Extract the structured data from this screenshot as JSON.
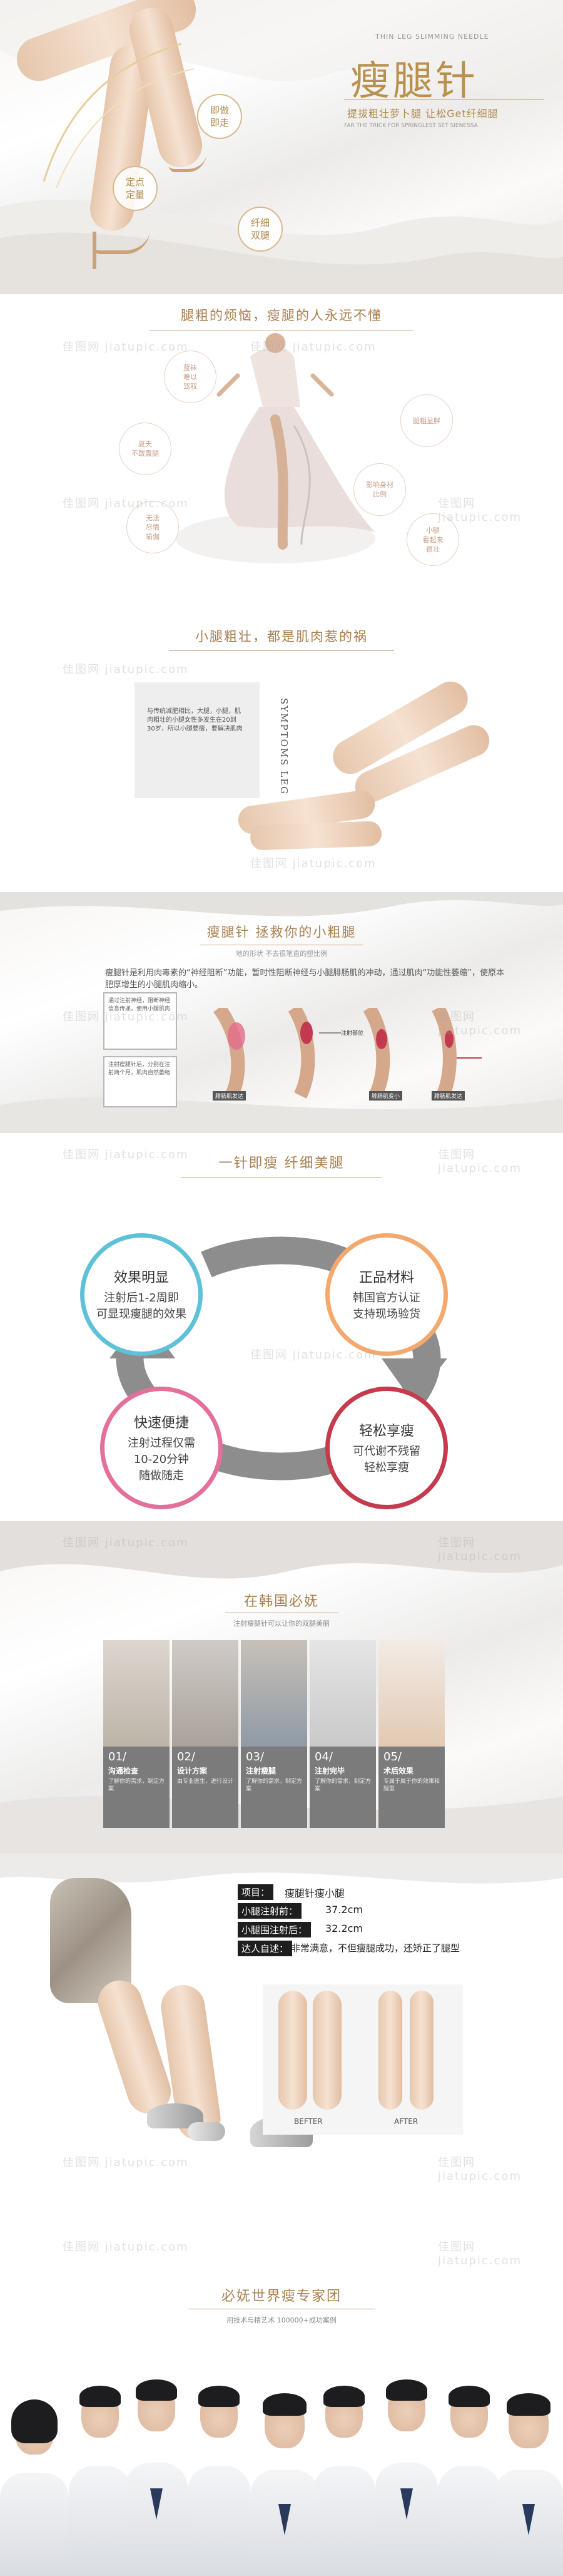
{
  "hero": {
    "title": "瘦腿针",
    "en_line1": "THIN LEG SLIMMING NEEDLE",
    "subtitle": "提拔粗壮萝卜腿   让松Get纤细腿",
    "en_line2": "FAR THE TRICK FOR SPRINGLEST SET SIENESSA",
    "circles": [
      "即做\n即走",
      "定点\n定量",
      "纤细\n双腿"
    ]
  },
  "problem": {
    "title": "腿粗的烦恼，瘦腿的人永远不懂",
    "bubbles": [
      "蓝袜\n难以\n驾驭",
      "夏天\n不敢露腿",
      "无法\n尽情\n瑜伽",
      "腿粗显胖",
      "影响身材\n比例",
      "小腿\n看起来\n很壮"
    ]
  },
  "muscle": {
    "title": "小腿粗壮，都是肌肉惹的祸",
    "text": "与传统减肥相比，大腿，小腿，肌肉粗壮的小腿女性多发生在20到30岁，所以小腿要瘦，要解决肌肉",
    "vertical_en": "SYMPTOMS LEG"
  },
  "inject": {
    "title": "瘦腿针  拯救你的小粗腿",
    "subtitle": "地的形状 不去很笔直的塑比例",
    "text": "瘦腿针是利用肉毒素的“神经阻断”功能，暂时性阻断神经与小腿腓肠肌的冲动，通过肌肉“功能性萎缩”，使原本肥厚增生的小腿肌肉缩小。",
    "box1": "通过注射神经，阻断神经信息传递，使用小腿肌肉",
    "box2": "注射瘦腿针后，分别在注射两个月，肌肉自然萎缩",
    "stage_labels": [
      "腓肠肌发达",
      "注射部位",
      "腓肠肌变小",
      "腓肠肌发达"
    ]
  },
  "cycle": {
    "title": "一针即瘦  纤细美腿",
    "items": [
      {
        "title": "效果明显",
        "lines": [
          "注射后1-2周即",
          "可显现瘦腿的效果"
        ],
        "color": "#5ec1d8"
      },
      {
        "title": "正品材料",
        "lines": [
          "韩国官方认证",
          "支持现场验货"
        ],
        "color": "#f3a86e"
      },
      {
        "title": "快速便捷",
        "lines": [
          "注射过程仅需",
          "10-20分钟",
          "随做随走"
        ],
        "color": "#e36f9a"
      },
      {
        "title": "轻松享瘦",
        "lines": [
          "可代谢不残留",
          "轻松享瘦"
        ],
        "color": "#c53b4d"
      }
    ]
  },
  "korea": {
    "title": "在韩国必妩",
    "subtitle": "注射瘦腿针可以让你的双腿美丽",
    "steps": [
      {
        "num": "01/",
        "name": "沟通检查",
        "desc": "了解你的需求，制定方案"
      },
      {
        "num": "02/",
        "name": "设计方案",
        "desc": "由专业医生，进行设计"
      },
      {
        "num": "03/",
        "name": "注射瘦腿",
        "desc": "了解你的需求，制定方案"
      },
      {
        "num": "04/",
        "name": "注射完毕",
        "desc": "了解你的需求，制定方案"
      },
      {
        "num": "05/",
        "name": "术后效果",
        "desc": "专属于属于你的效果和腿型"
      }
    ]
  },
  "case": {
    "rows": [
      {
        "label": "项目：",
        "value": "瘦腿针瘦小腿"
      },
      {
        "label": "小腿注射前：",
        "value": "37.2cm"
      },
      {
        "label": "小腿围注射后：",
        "value": "32.2cm"
      },
      {
        "label": "达人自述：",
        "value": "非常满意，不但瘦腿成功，还矫正了腿型"
      }
    ],
    "before": "BEFTER",
    "after": "AFTER"
  },
  "team": {
    "title": "必妩世界瘦专家团",
    "subtitle": "用技术与精艺术   100000+成功案例"
  },
  "watermark": "佳图网  jiatupic.com"
}
